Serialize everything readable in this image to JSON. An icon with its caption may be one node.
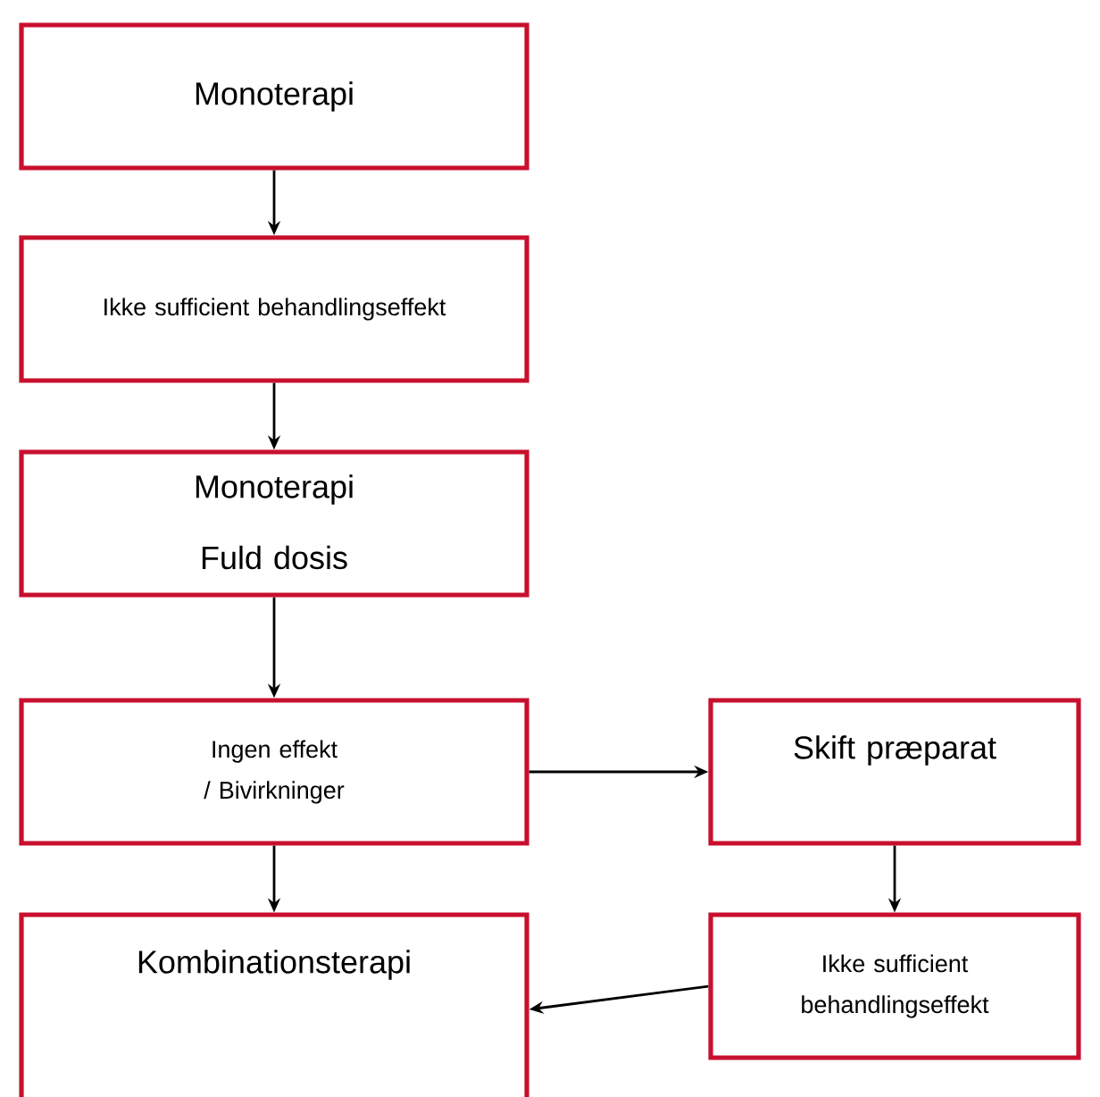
{
  "diagram": {
    "nodes": [
      {
        "text": [
          "Monoterapi"
        ]
      },
      {
        "text": [
          "Ikke sufficient behandlingseffekt"
        ]
      },
      {
        "text": [
          "Monoterapi",
          "Fuld dosis"
        ]
      },
      {
        "text": [
          "Ingen effekt / Bivirkninger"
        ]
      },
      {
        "text": [
          "Kombinationsterapi"
        ]
      },
      {
        "text": [
          "Skift præparat"
        ]
      },
      {
        "text": [
          "Ikke sufficient behandlingseffekt"
        ]
      }
    ],
    "edges": [
      {
        "from": 0,
        "to": 1,
        "arrow": "to"
      },
      {
        "from": 1,
        "to": 2,
        "arrow": "to"
      },
      {
        "from": 2,
        "to": 3,
        "arrow": "to"
      },
      {
        "from": 3,
        "to": 4,
        "arrow": "to"
      },
      {
        "from": 3,
        "to": 5,
        "arrow": "to"
      },
      {
        "from": 5,
        "to": 6,
        "arrow": "to"
      },
      {
        "from": 6,
        "to": 4,
        "arrow": "to"
      }
    ]
  }
}
